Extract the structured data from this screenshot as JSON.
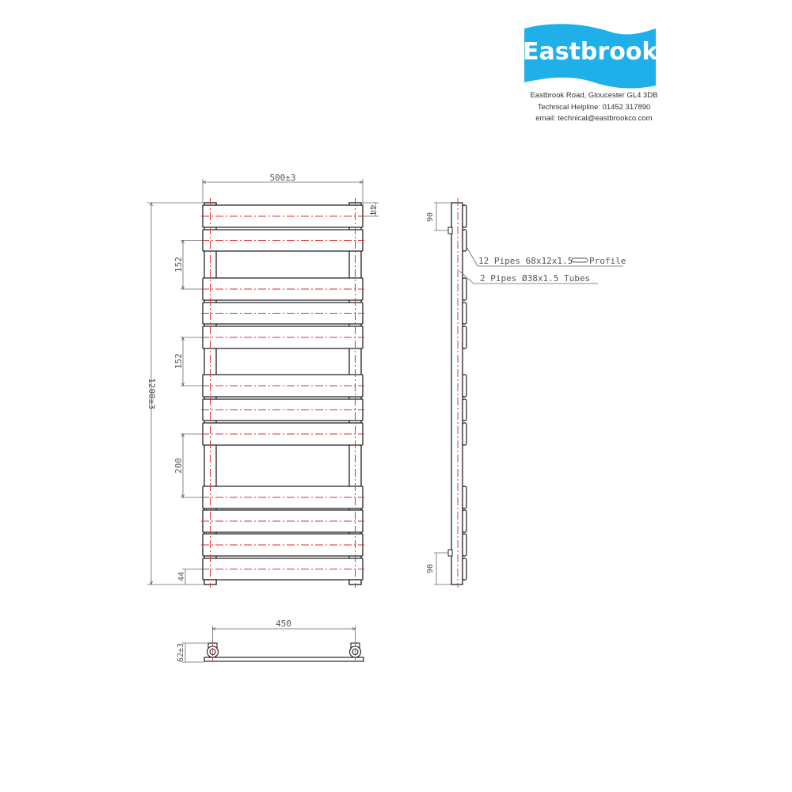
{
  "header": {
    "brand": "Eastbrook",
    "brand_color": "#1fb0ea",
    "address": "Eastbrook Road, Gloucester GL4 3DB",
    "helpline": "Technical Helpline: 01452 317890",
    "email": "email: technical@eastbrookco.com"
  },
  "front_view": {
    "width_dim": "500±3",
    "height_dim": "1200±3",
    "top_offset_dim": "44",
    "bottom_offset_dim": "44",
    "gap_dims": [
      "152",
      "152",
      "200"
    ],
    "bar_count": 12
  },
  "side_view": {
    "top_bracket_dim": "90",
    "bottom_bracket_dim": "90",
    "callouts": [
      "12 Pipes 68x12x1.5 ⊂⊃ Profile",
      "2 Pipes Ø38x1.5 Tubes"
    ],
    "callout_1_main": "12 Pipes 68x12x1.5",
    "callout_1_suffix": "Profile",
    "callout_2": "2 Pipes Ø38x1.5 Tubes"
  },
  "plan_view": {
    "centres_dim": "450",
    "depth_dim": "62±3"
  },
  "colors": {
    "outline": "#222222",
    "centerline": "#e03030",
    "dimension": "#666666"
  }
}
